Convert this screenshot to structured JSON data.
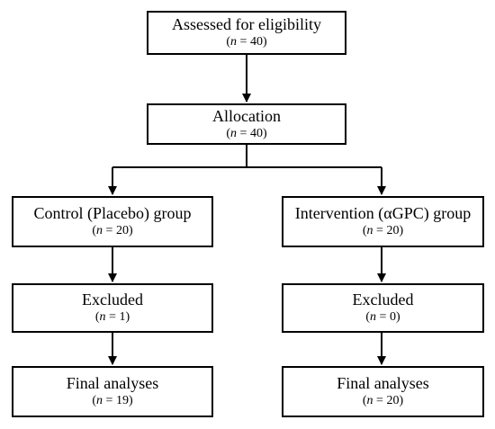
{
  "flowchart": {
    "nodes": {
      "assessed": {
        "title": "Assessed for eligibility",
        "n_symbol": "n",
        "n_text": " = 40"
      },
      "allocation": {
        "title": "Allocation",
        "n_symbol": "n",
        "n_text": " = 40"
      },
      "control_group": {
        "title": "Control (Placebo) group",
        "n_symbol": "n",
        "n_text": " = 20"
      },
      "intervention_group": {
        "title": "Intervention (αGPC) group",
        "n_symbol": "n",
        "n_text": " = 20"
      },
      "control_excluded": {
        "title": "Excluded",
        "n_symbol": "n",
        "n_text": " = 1"
      },
      "intervention_excluded": {
        "title": "Excluded",
        "n_symbol": "n",
        "n_text": " = 0"
      },
      "control_final": {
        "title": "Final analyses",
        "n_symbol": "n",
        "n_text": " = 19"
      },
      "intervention_final": {
        "title": "Final analyses",
        "n_symbol": "n",
        "n_text": " = 20"
      }
    },
    "edges": [
      [
        "assessed",
        "allocation"
      ],
      [
        "allocation",
        "control_group"
      ],
      [
        "allocation",
        "intervention_group"
      ],
      [
        "control_group",
        "control_excluded"
      ],
      [
        "control_excluded",
        "control_final"
      ],
      [
        "intervention_group",
        "intervention_excluded"
      ],
      [
        "intervention_excluded",
        "intervention_final"
      ]
    ]
  }
}
